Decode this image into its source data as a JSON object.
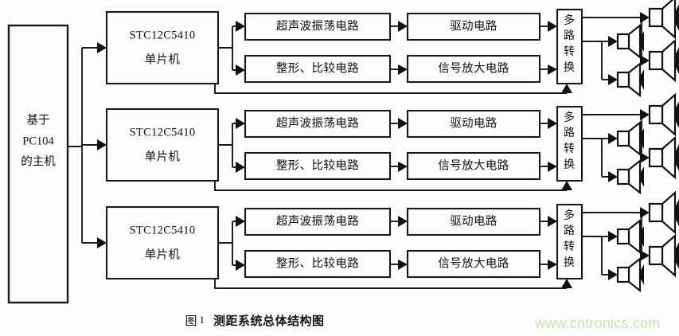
{
  "figure": {
    "label": "图",
    "number": "1",
    "title": "测距系统总体结构图",
    "watermark": "www.cntronics.com"
  },
  "host": {
    "line1": "基于",
    "line2": "PC104",
    "line3": "的主机"
  },
  "channels": [
    {
      "id": "channel-1",
      "mcu": {
        "line1": "STC12C5410",
        "line2": "单片机"
      },
      "oscillator": "超声波振荡电路",
      "shaper": "整形、比较电路",
      "driver": "驱动电路",
      "amplifier": "信号放大电路",
      "mux": "多路转换"
    },
    {
      "id": "channel-2",
      "mcu": {
        "line1": "STC12C5410",
        "line2": "单片机"
      },
      "oscillator": "超声波振荡电路",
      "shaper": "整形、比较电路",
      "driver": "驱动电路",
      "amplifier": "信号放大电路",
      "mux": "多路转换"
    },
    {
      "id": "channel-3",
      "mcu": {
        "line1": "STC12C5410",
        "line2": "单片机"
      },
      "oscillator": "超声波振荡电路",
      "shaper": "整形、比较电路",
      "driver": "驱动电路",
      "amplifier": "信号放大电路",
      "mux": "多路转换"
    }
  ],
  "mux_label_chars": [
    "多",
    "路",
    "转",
    "换"
  ],
  "transducer_count_per_channel": 4,
  "colors": {
    "line": "#1a1a1a",
    "box_fill": "#fdfdfd",
    "page_background": "#fefefe",
    "text": "#101010",
    "watermark": "#c7e4b2"
  }
}
